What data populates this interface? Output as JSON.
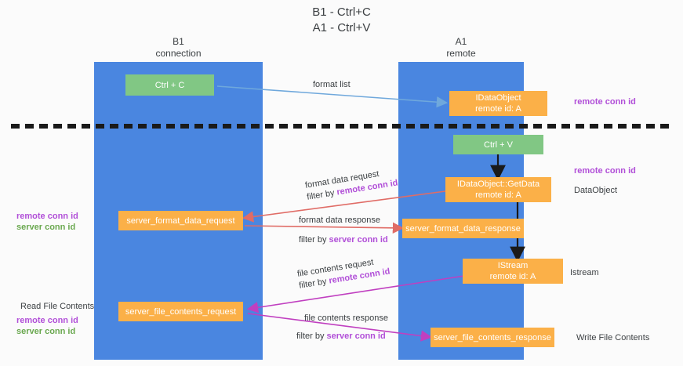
{
  "title": {
    "line1": "B1 - Ctrl+C",
    "line2": "A1 - Ctrl+V"
  },
  "lanes": [
    {
      "name": "B1",
      "subtitle": "connection"
    },
    {
      "name": "A1",
      "subtitle": "remote"
    }
  ],
  "nodes": {
    "ctrl_c": {
      "label": "Ctrl + C"
    },
    "idataobject_top": {
      "label": "IDataObject",
      "sub": "remote id: A"
    },
    "ctrl_v": {
      "label": "Ctrl + V"
    },
    "getdata": {
      "label": "IDataObject::GetData",
      "sub": "remote id: A"
    },
    "server_format_data_request": {
      "label": "server_format_data_request"
    },
    "server_format_data_response": {
      "label": "server_format_data_response"
    },
    "istream": {
      "label": "IStream",
      "sub": "remote id: A"
    },
    "server_file_contents_request": {
      "label": "server_file_contents_request"
    },
    "server_file_contents_response": {
      "label": "server_file_contents_response"
    }
  },
  "edges": {
    "format_list": {
      "label": "format list"
    },
    "format_data_request": {
      "line1": "format data request",
      "filter_prefix": "filter by ",
      "filter_key": "remote conn id"
    },
    "format_data_response": {
      "line1": "format data response",
      "filter_prefix": "filter by ",
      "filter_key": "server conn id"
    },
    "file_contents_request": {
      "line1": "file contents request",
      "filter_prefix": "filter by ",
      "filter_key": "remote conn id"
    },
    "file_contents_response": {
      "line1": "file contents response",
      "filter_prefix": "filter by ",
      "filter_key": "server conn id"
    }
  },
  "annotations": {
    "right_remote_top": "remote conn id",
    "right_remote_mid": "remote conn id",
    "right_dataobject": "DataObject",
    "right_istream": "Istream",
    "right_write_file_contents": "Write File Contents",
    "left_remote_conn_id": "remote conn id",
    "left_server_conn_id": "server conn id",
    "left_read_file_contents": "Read File Contents",
    "left_remote_conn_id_2": "remote conn id",
    "left_server_conn_id_2": "server conn id"
  },
  "colors": {
    "lane": "#4a86e0",
    "node_green": "#81c784",
    "node_orange": "#fbb048",
    "remote_conn_id": "#b14fd8",
    "server_conn_id_green": "#6aa84f",
    "arrow_blue": "#6fa8dc",
    "arrow_red": "#e06c66",
    "arrow_magenta": "#c03fc0",
    "arrow_black": "#1a1a1a"
  }
}
